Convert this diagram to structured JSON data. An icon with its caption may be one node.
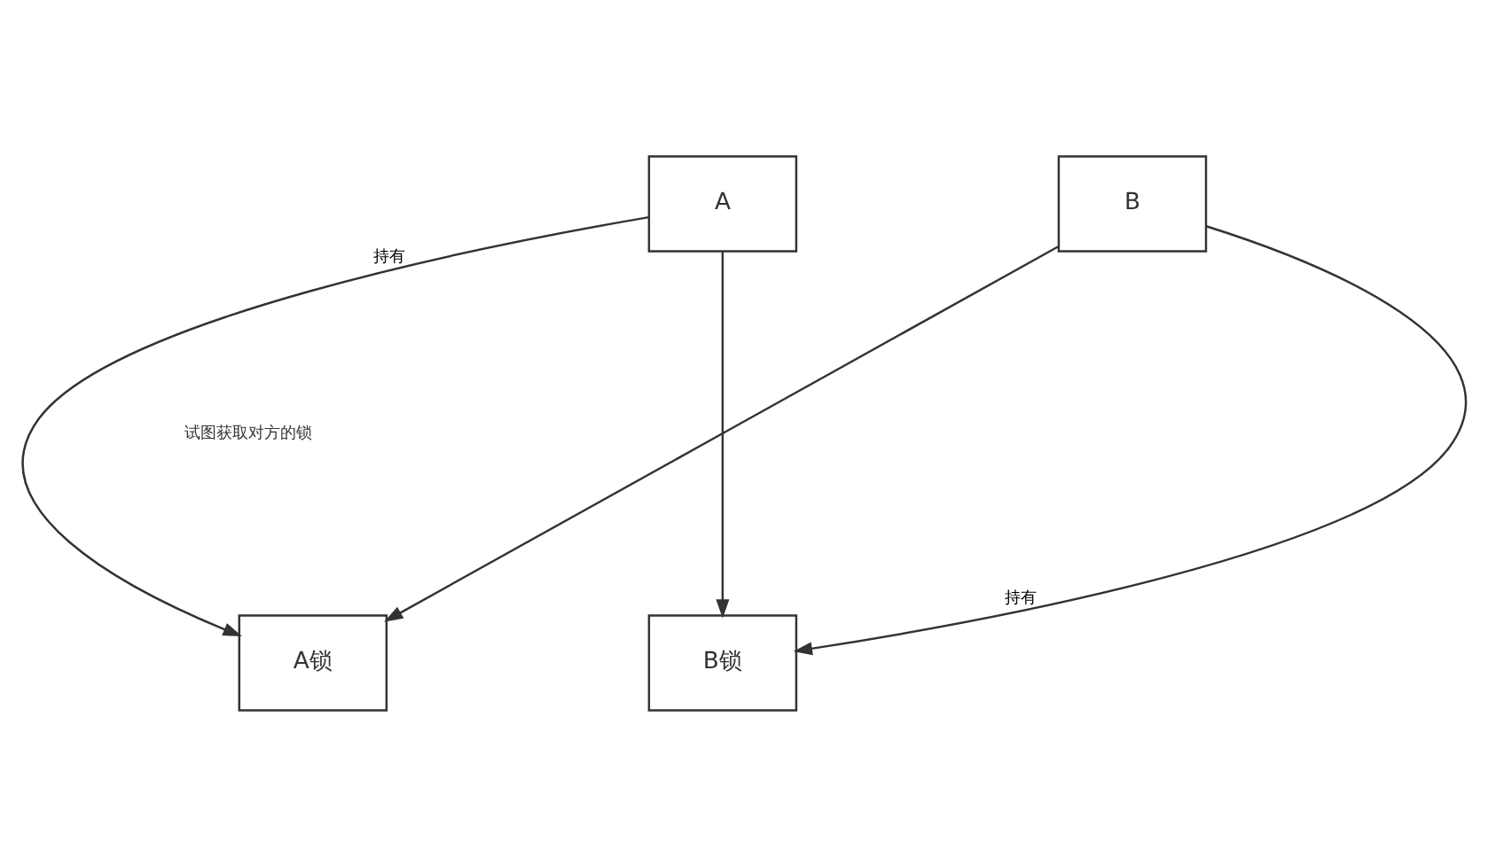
{
  "diagram": {
    "nodes": [
      {
        "text": [
          "A"
        ]
      },
      {
        "text": [
          "B"
        ]
      },
      {
        "text": [
          "A锁"
        ]
      },
      {
        "text": [
          "B锁"
        ]
      }
    ],
    "edges": [
      {
        "from": 0,
        "to": 2,
        "arrow": "to",
        "label": "持有"
      },
      {
        "from": 1,
        "to": 3,
        "arrow": "to",
        "label": "持有"
      },
      {
        "from": 0,
        "to": 3,
        "arrow": "to"
      },
      {
        "from": 1,
        "to": 2,
        "arrow": "to"
      }
    ],
    "labels": [
      "试图获取对方的锁"
    ]
  }
}
